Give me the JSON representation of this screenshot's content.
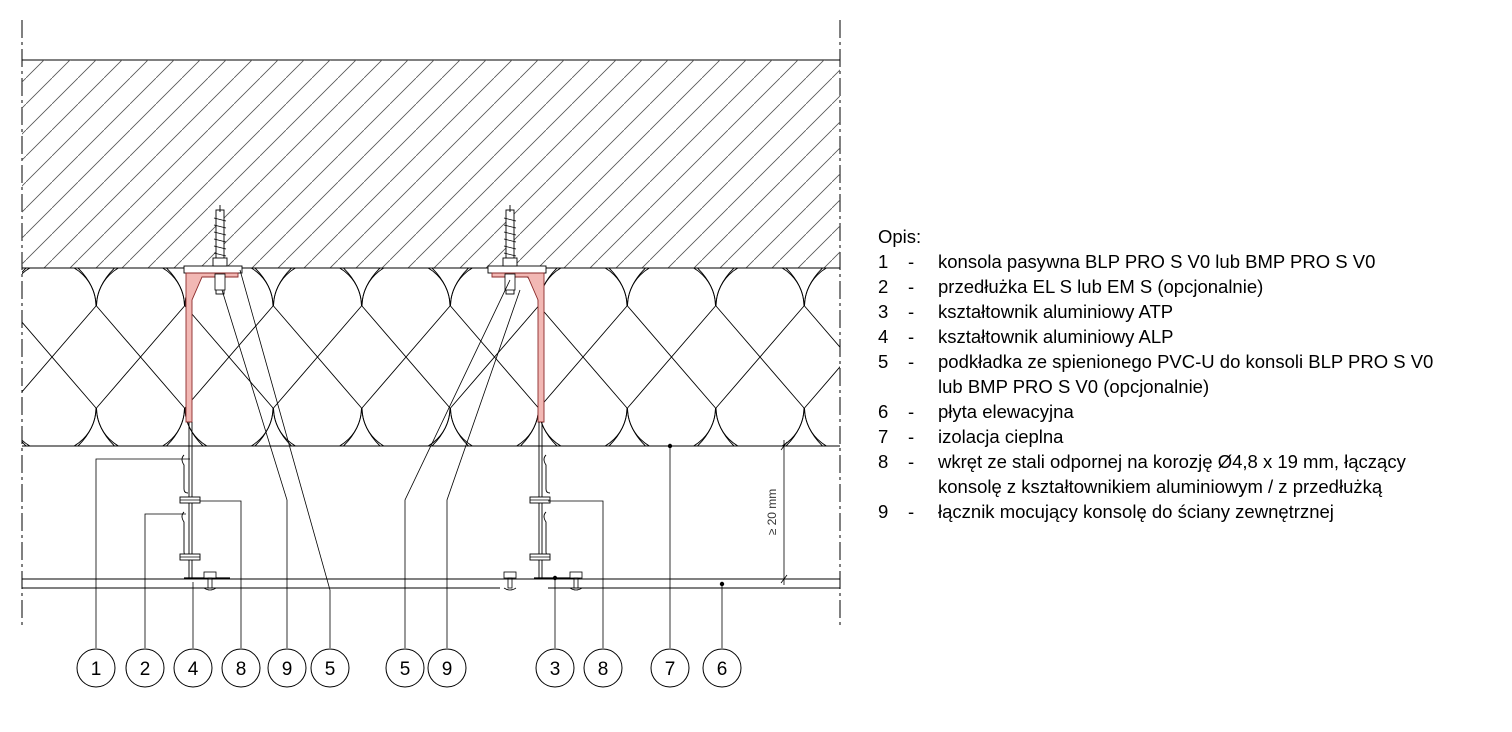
{
  "legend": {
    "heading": "Opis:",
    "items": [
      {
        "num": "1",
        "dash": "-",
        "lines": [
          "konsola pasywna BLP PRO S V0 lub BMP PRO S V0"
        ]
      },
      {
        "num": "2",
        "dash": "-",
        "lines": [
          "przedłużka EL S lub EM S (opcjonalnie)"
        ]
      },
      {
        "num": "3",
        "dash": "-",
        "lines": [
          "kształtownik aluminiowy ATP"
        ]
      },
      {
        "num": "4",
        "dash": "-",
        "lines": [
          "kształtownik aluminiowy ALP"
        ]
      },
      {
        "num": "5",
        "dash": "-",
        "lines": [
          "podkładka ze spienionego PVC-U do konsoli BLP PRO S V0",
          "lub BMP PRO S V0 (opcjonalnie)"
        ]
      },
      {
        "num": "6",
        "dash": "-",
        "lines": [
          "płyta elewacyjna"
        ]
      },
      {
        "num": "7",
        "dash": "-",
        "lines": [
          "izolacja cieplna"
        ]
      },
      {
        "num": "8",
        "dash": "-",
        "lines": [
          "wkręt ze stali odpornej na korozję Ø4,8 x 19 mm, łączący",
          "konsolę z kształtownikiem aluminiowym / z przedłużką"
        ]
      },
      {
        "num": "9",
        "dash": "-",
        "lines": [
          "łącznik mocujący konsolę do ściany zewnętrznej"
        ]
      }
    ]
  },
  "callouts": [
    "1",
    "2",
    "4",
    "8",
    "9",
    "5",
    "5",
    "9",
    "3",
    "8",
    "7",
    "6"
  ],
  "dimension": "≥ 20 mm",
  "colors": {
    "bracket_fill": "#f2b8b4",
    "bracket_stroke": "#8b2a2a",
    "line": "#000000",
    "hatch": "#555555"
  }
}
